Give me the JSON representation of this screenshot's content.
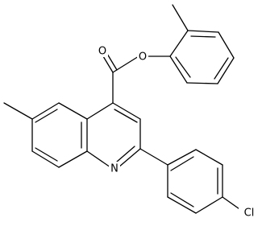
{
  "molecule": {
    "atom_labels": {
      "oxygen_carbonyl": "O",
      "oxygen_ester": "O",
      "nitrogen_ring": "N",
      "chlorine": "Cl"
    },
    "colors": {
      "bond": "#000000",
      "label": "#000000",
      "background": "#ffffff"
    }
  }
}
